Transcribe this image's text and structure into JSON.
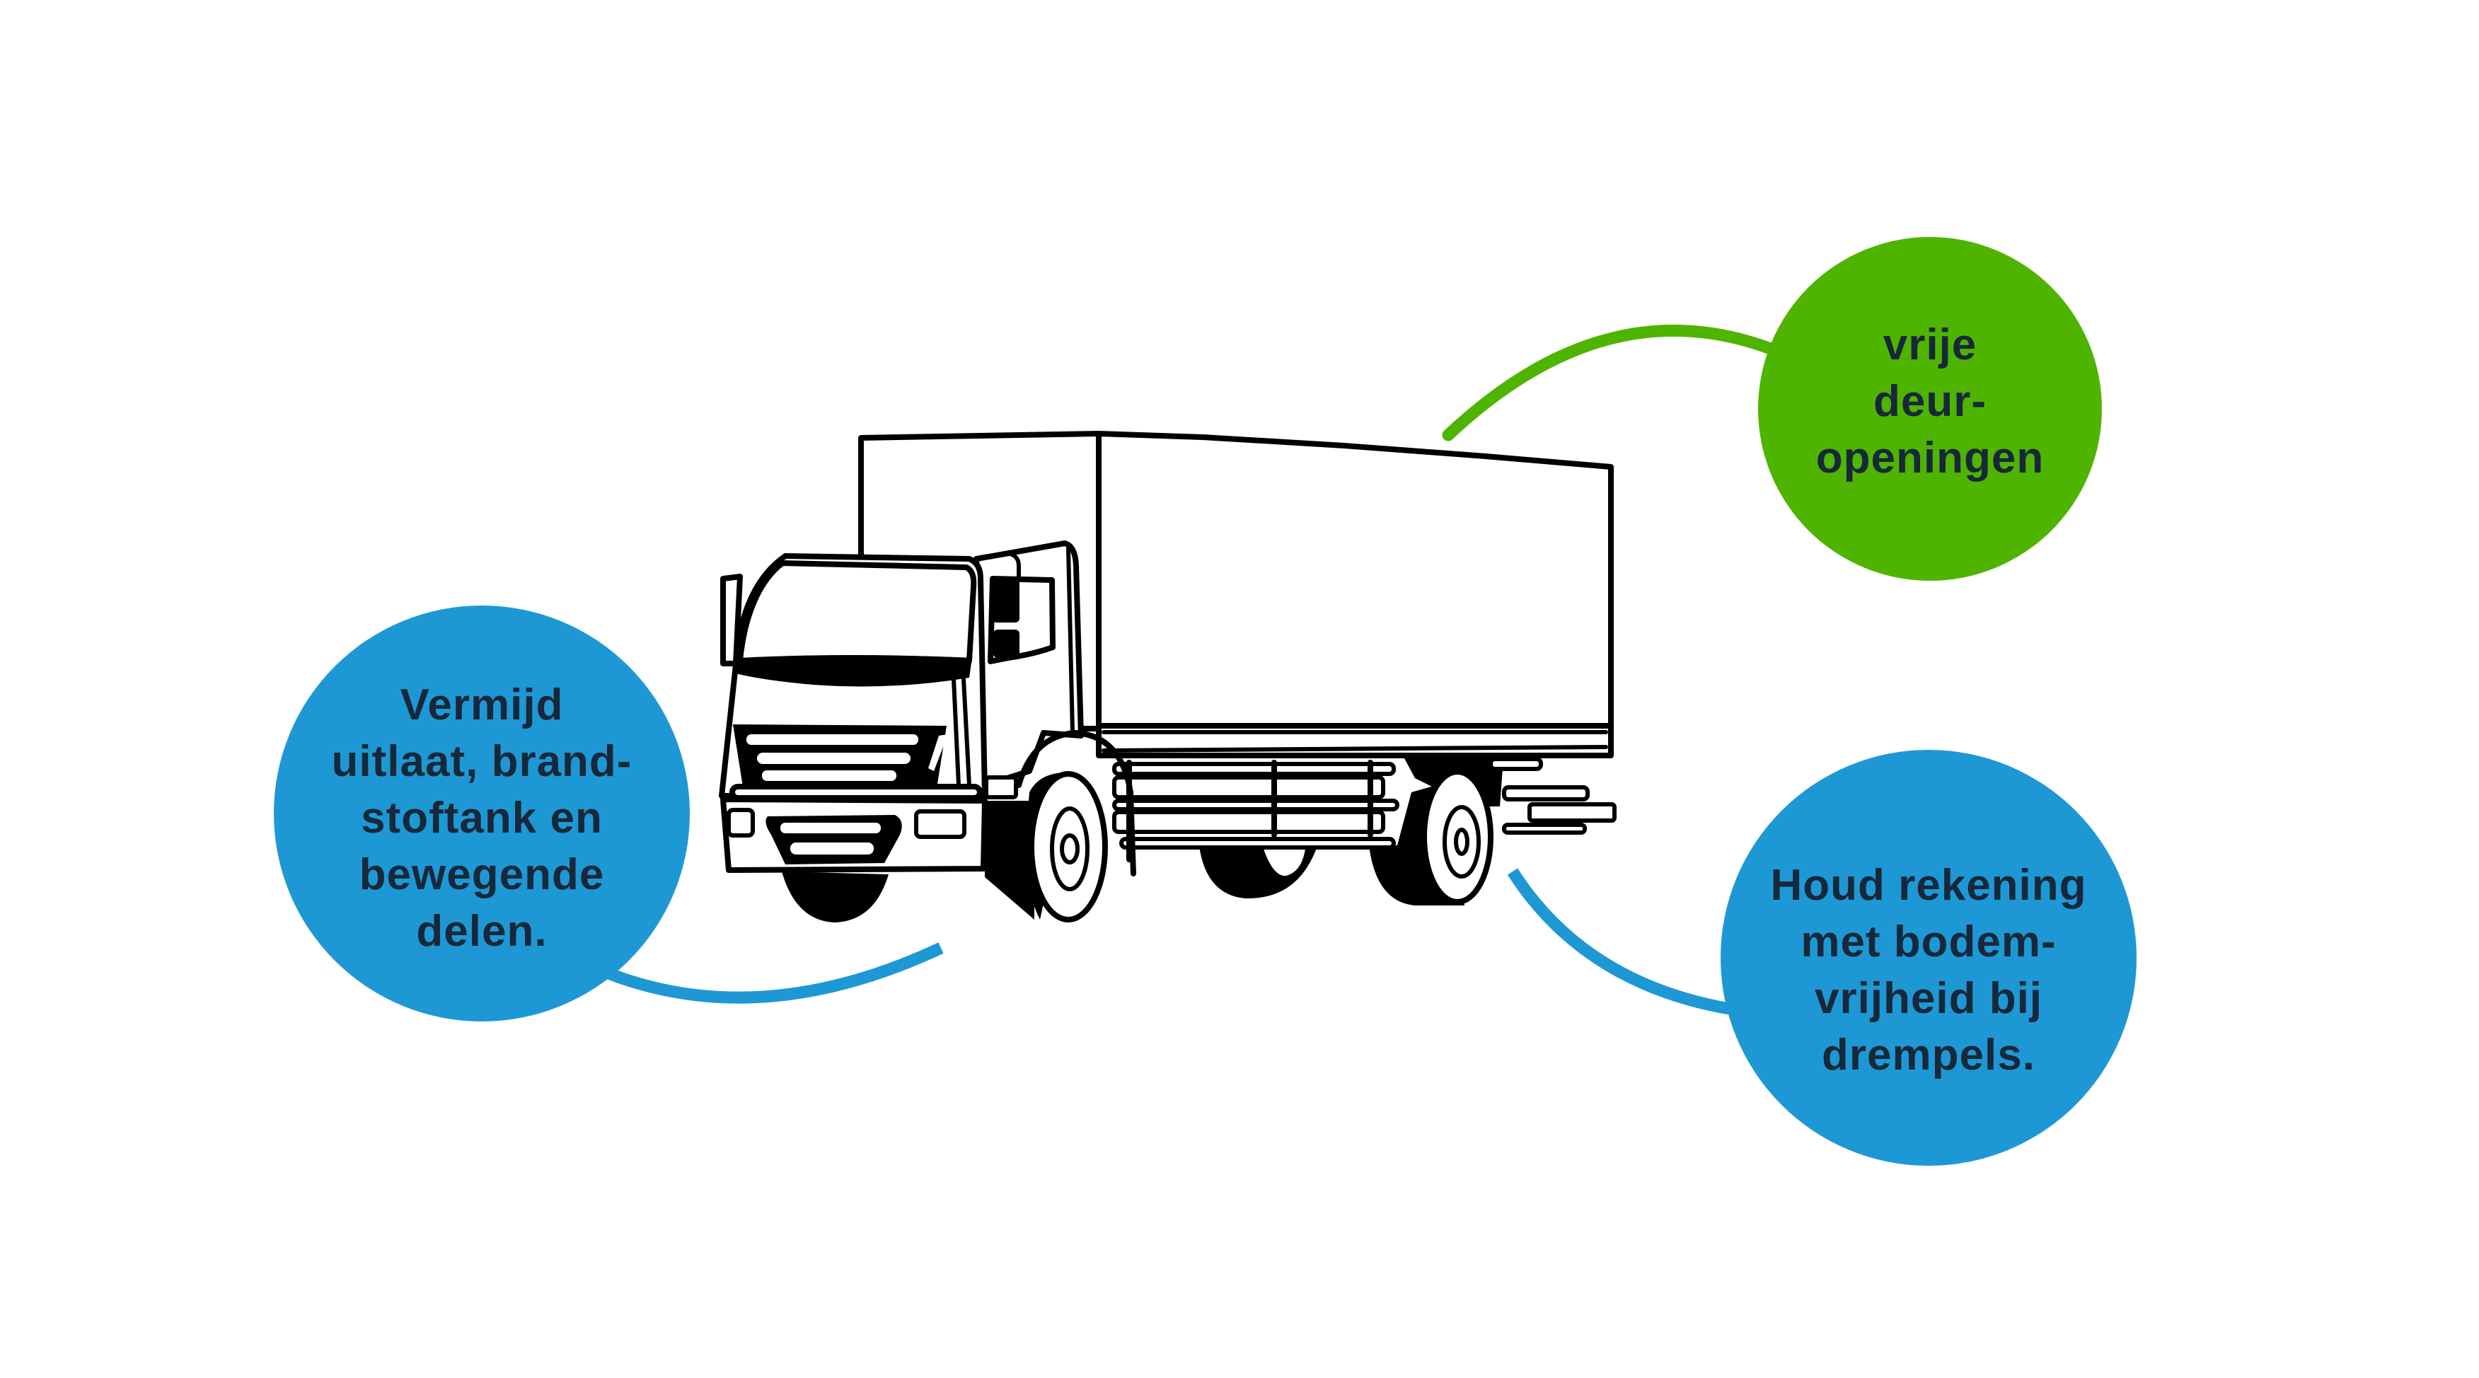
{
  "colors": {
    "blue": "#1e98d4",
    "green": "#4fb400",
    "text": "#17283a",
    "line_art": "#000000",
    "background": "#ffffff"
  },
  "illustration": {
    "subject": "box truck (line drawing)"
  },
  "callouts": [
    {
      "topic": "door-openings",
      "color": "green",
      "lines": [
        "vrije",
        "deur-",
        "openingen"
      ]
    },
    {
      "topic": "exhaust-fuel-tank-moving-parts",
      "color": "blue",
      "lines": [
        "Vermijd",
        "uitlaat, brand-",
        "stoftank en",
        "bewegende",
        "delen."
      ]
    },
    {
      "topic": "ground-clearance",
      "color": "blue",
      "lines": [
        "Houd rekening",
        "met bodem-",
        "vrijheid bij",
        "drempels."
      ]
    }
  ]
}
